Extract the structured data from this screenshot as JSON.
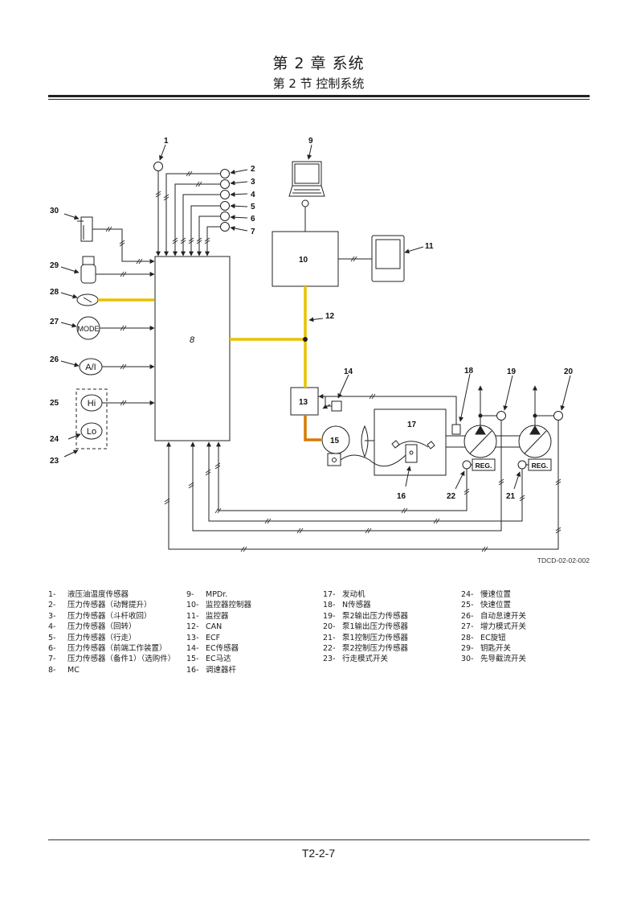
{
  "header": {
    "chapter": "第 2 章 系统",
    "section": "第 2 节 控制系统"
  },
  "diagram": {
    "code": "TDCD-02-02-002",
    "mc_number": "8",
    "node_labels": [
      "1",
      "2",
      "3",
      "4",
      "5",
      "6",
      "7",
      "9",
      "10",
      "11",
      "12",
      "13",
      "14",
      "15",
      "16",
      "17",
      "18",
      "19",
      "20",
      "21",
      "22",
      "23",
      "24",
      "25",
      "26",
      "27",
      "28",
      "29",
      "30"
    ],
    "switch_mode": "MODE",
    "switch_ai": "A/I",
    "switch_hi": "Hi",
    "switch_lo": "Lo",
    "reg1": "REG.",
    "reg2": "REG."
  },
  "legend": {
    "col1": [
      {
        "num": "1-",
        "text": "液压油温度传感器"
      },
      {
        "num": "2-",
        "text": "压力传感器（动臂提升）"
      },
      {
        "num": "3-",
        "text": "压力传感器（斗杆收回）"
      },
      {
        "num": "4-",
        "text": "压力传感器（回转）"
      },
      {
        "num": "5-",
        "text": "压力传感器（行走）"
      },
      {
        "num": "6-",
        "text": "压力传感器（前端工作装置）"
      },
      {
        "num": "7-",
        "text": "压力传感器（备件1）（选购件）"
      },
      {
        "num": "8-",
        "text": "MC"
      }
    ],
    "col2": [
      {
        "num": "9-",
        "text": "MPDr."
      },
      {
        "num": "10-",
        "text": "监控器控制器"
      },
      {
        "num": "11-",
        "text": "监控器"
      },
      {
        "num": "12-",
        "text": "CAN"
      },
      {
        "num": "13-",
        "text": "ECF"
      },
      {
        "num": "14-",
        "text": "EC传感器"
      },
      {
        "num": "15-",
        "text": "EC马达"
      },
      {
        "num": "16-",
        "text": "调速器杆"
      }
    ],
    "col3": [
      {
        "num": "17-",
        "text": "发动机"
      },
      {
        "num": "18-",
        "text": "N传感器"
      },
      {
        "num": "19-",
        "text": "泵2输出压力传感器"
      },
      {
        "num": "20-",
        "text": "泵1输出压力传感器"
      },
      {
        "num": "21-",
        "text": "泵1控制压力传感器"
      },
      {
        "num": "22-",
        "text": "泵2控制压力传感器"
      },
      {
        "num": "23-",
        "text": "行走模式开关"
      }
    ],
    "col4": [
      {
        "num": "24-",
        "text": "慢速位置"
      },
      {
        "num": "25-",
        "text": "快速位置"
      },
      {
        "num": "26-",
        "text": "自动怠速开关"
      },
      {
        "num": "27-",
        "text": "增力模式开关"
      },
      {
        "num": "28-",
        "text": "EC旋钮"
      },
      {
        "num": "29-",
        "text": "钥匙开关"
      },
      {
        "num": "30-",
        "text": "先导截流开关"
      }
    ]
  },
  "footer": {
    "page": "T2-2-7"
  },
  "colors": {
    "can_line": "#e8c200",
    "ec_line": "#d97a00",
    "ink": "#222222"
  }
}
